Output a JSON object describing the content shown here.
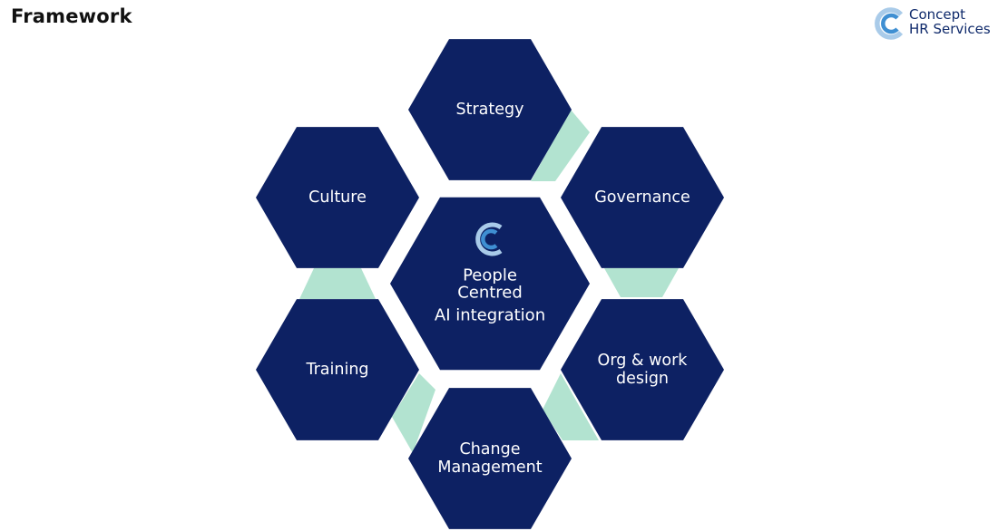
{
  "slide": {
    "title": "Framework"
  },
  "logo": {
    "line1": "Concept",
    "line2": "HR Services"
  },
  "diagram": {
    "center": {
      "lines": [
        "People",
        "Centred",
        "AI integration"
      ]
    },
    "nodes": [
      {
        "id": "strategy",
        "lines": [
          "Strategy"
        ]
      },
      {
        "id": "governance",
        "lines": [
          "Governance"
        ]
      },
      {
        "id": "org-work-design",
        "lines": [
          "Org & work",
          "design"
        ]
      },
      {
        "id": "change-management",
        "lines": [
          "Change",
          "Management"
        ]
      },
      {
        "id": "training",
        "lines": [
          "Training"
        ]
      },
      {
        "id": "culture",
        "lines": [
          "Culture"
        ]
      }
    ]
  },
  "colors": {
    "hexagon": "#0d2163",
    "connector": "#b2e3d0",
    "title": "#111111",
    "logo_text": "#0f2a6b",
    "logo_mark_light": "#a9cbe9",
    "logo_mark_mid": "#3f8fd2"
  }
}
